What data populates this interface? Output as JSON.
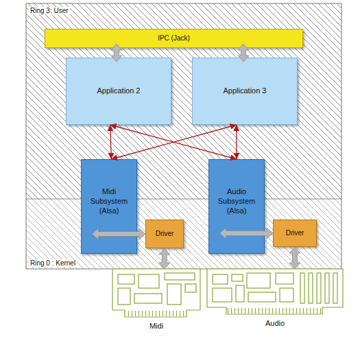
{
  "diagram": {
    "nodes": [
      {
        "text": [
          "IPC (Jack)"
        ]
      },
      {
        "text": [
          "Application 2"
        ]
      },
      {
        "text": [
          "Application 3"
        ]
      },
      {
        "text": [
          "Midi Subsystem (Alsa)"
        ]
      },
      {
        "text": [
          "Audio Subsystem (Alsa)"
        ]
      },
      {
        "text": [
          "Driver"
        ]
      },
      {
        "text": [
          "Driver"
        ]
      },
      {
        "text": [
          "Midi"
        ]
      },
      {
        "text": [
          "Audio"
        ]
      }
    ],
    "edges": [
      {
        "from": 0,
        "to": 1,
        "arrow": "both"
      },
      {
        "from": 0,
        "to": 2,
        "arrow": "both"
      },
      {
        "from": 1,
        "to": 3,
        "arrow": "both"
      },
      {
        "from": 1,
        "to": 4,
        "arrow": "both"
      },
      {
        "from": 2,
        "to": 3,
        "arrow": "both"
      },
      {
        "from": 2,
        "to": 4,
        "arrow": "both"
      },
      {
        "from": 3,
        "to": 5,
        "arrow": "both"
      },
      {
        "from": 4,
        "to": 6,
        "arrow": "both"
      },
      {
        "from": 5,
        "to": 7,
        "arrow": "both"
      },
      {
        "from": 6,
        "to": 8,
        "arrow": "both"
      }
    ],
    "labels": [
      "Ring 3: User",
      "Ring 0 : Kernel"
    ]
  }
}
